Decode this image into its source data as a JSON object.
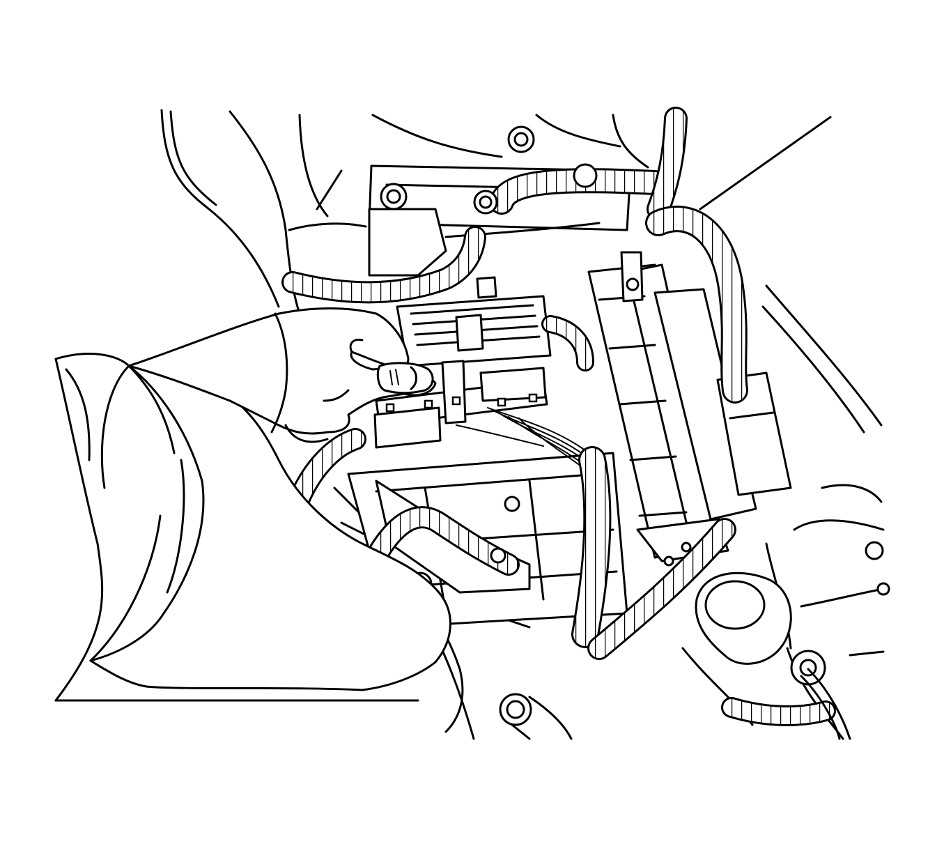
{
  "colors": {
    "line": "#000000",
    "background": "#ffffff"
  },
  "illustration": {
    "style": "black line art",
    "parts": [
      "hand-icon",
      "sleeve",
      "wiring-harness-corrugated",
      "electrical-connector",
      "control-module",
      "mounting-bracket",
      "bolt-icon",
      "engine-block-outline"
    ]
  }
}
